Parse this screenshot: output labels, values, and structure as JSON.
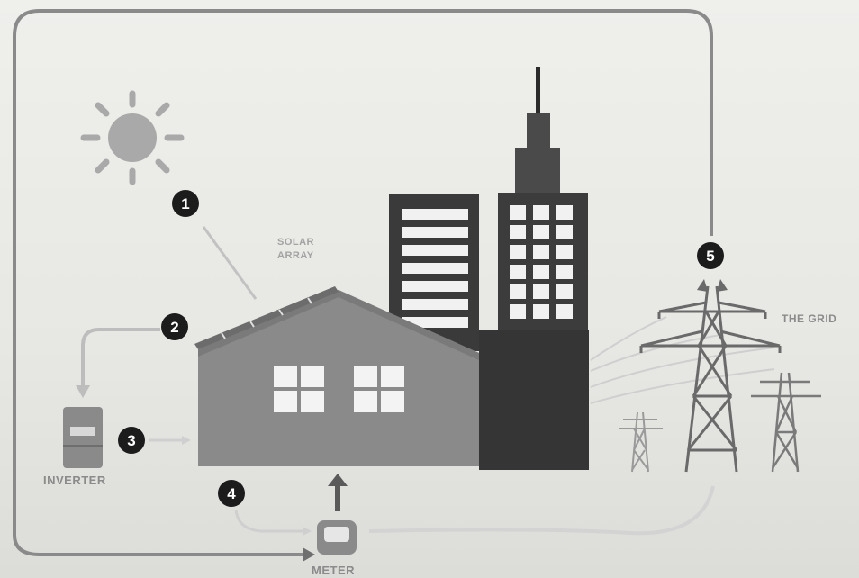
{
  "labels": {
    "solar_array_line1": "SOLAR",
    "solar_array_line2": "ARRAY",
    "the_grid": "THE GRID",
    "inverter": "INVERTER",
    "meter": "METER"
  },
  "steps": [
    "1",
    "2",
    "3",
    "4",
    "5"
  ],
  "colors": {
    "loop_line": "#8a8a8a",
    "step_badge": "#1c1c1c",
    "house": "#878787",
    "roof": "#8d8d8d",
    "tower_dark": "#3a3a3a",
    "tower_mid": "#4a4a4a",
    "sun": "#a9a9a9"
  }
}
